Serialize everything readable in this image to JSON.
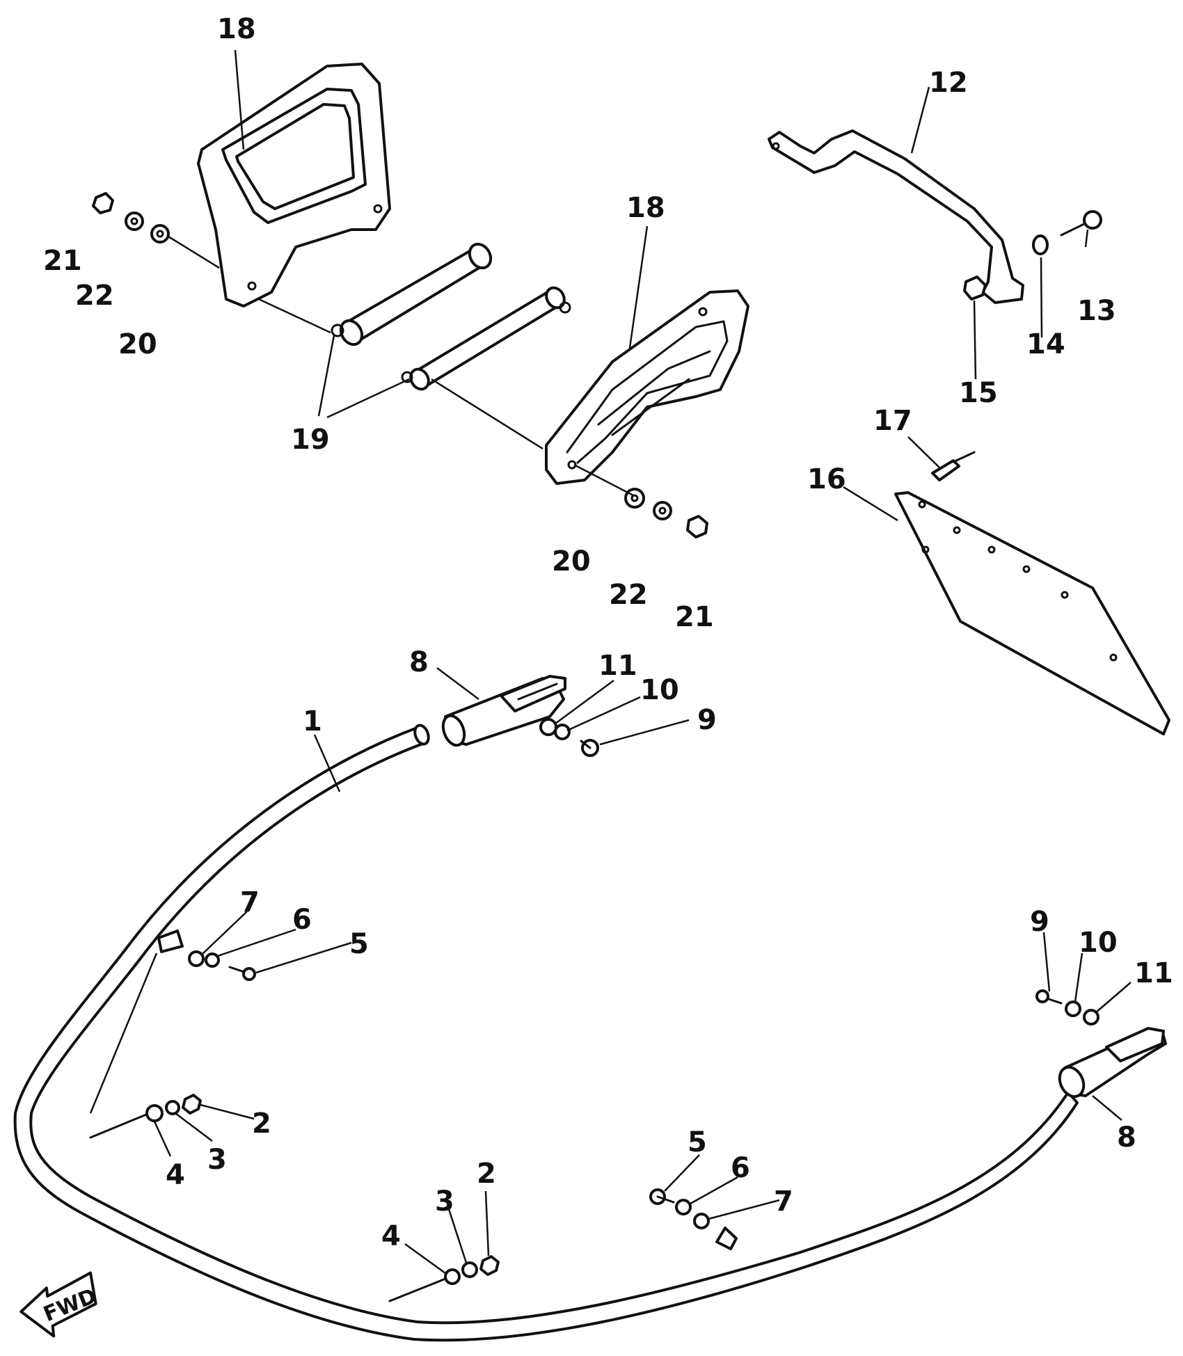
{
  "labels": {
    "l18a": "18",
    "l21a": "21",
    "l22a": "22",
    "l20a": "20",
    "l19": "19",
    "l18b": "18",
    "l20b": "20",
    "l22b": "22",
    "l21b": "21",
    "l12": "12",
    "l13": "13",
    "l14": "14",
    "l15": "15",
    "l17": "17",
    "l16": "16",
    "l8a": "8",
    "l11a": "11",
    "l10a": "10",
    "l9a": "9",
    "l1": "1",
    "l7a": "7",
    "l6a": "6",
    "l5a": "5",
    "l2a": "2",
    "l3a": "3",
    "l4a": "4",
    "l9b": "9",
    "l10b": "10",
    "l11b": "11",
    "l8b": "8",
    "l5b": "5",
    "l6b": "6",
    "l7b": "7",
    "l2b": "2",
    "l3b": "3",
    "l4b": "4"
  },
  "fwd_label": "FWD"
}
